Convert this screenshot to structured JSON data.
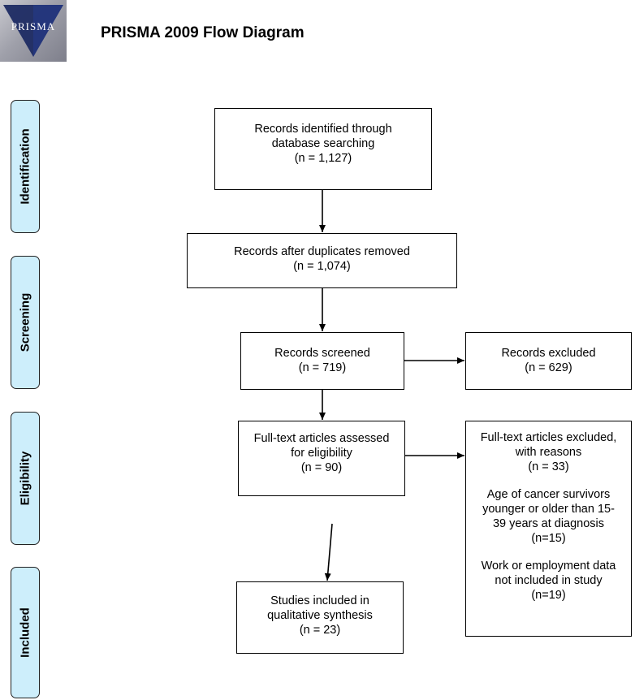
{
  "header": {
    "logo_text": "PRISMA",
    "title": "PRISMA 2009 Flow Diagram"
  },
  "stages": {
    "identification": "Identification",
    "screening": "Screening",
    "eligibility": "Eligibility",
    "included": "Included"
  },
  "boxes": {
    "identified": [
      "Records identified through",
      "database searching",
      "(n = 1,127)"
    ],
    "duplicates_removed": [
      "Records after duplicates removed",
      "(n = 1,074)"
    ],
    "screened": [
      "Records screened",
      "(n = 719)"
    ],
    "excluded": [
      "Records excluded",
      "(n = 629)"
    ],
    "fulltext_assessed": [
      "Full-text articles assessed",
      "for eligibility",
      "(n = 90)"
    ],
    "fulltext_excluded": {
      "head": [
        "Full-text articles excluded,",
        "with reasons",
        "(n = 33)"
      ],
      "reason_age": [
        "Age of cancer survivors",
        "younger or older than 15-",
        "39 years at diagnosis",
        "(n=15)"
      ],
      "reason_work": [
        "Work or employment data",
        "not included in study",
        "(n=19)"
      ]
    },
    "included": [
      "Studies included in",
      "qualitative synthesis",
      "(n = 23)"
    ]
  },
  "colors": {
    "stage_fill": "#cdeefb",
    "border": "#000000"
  }
}
